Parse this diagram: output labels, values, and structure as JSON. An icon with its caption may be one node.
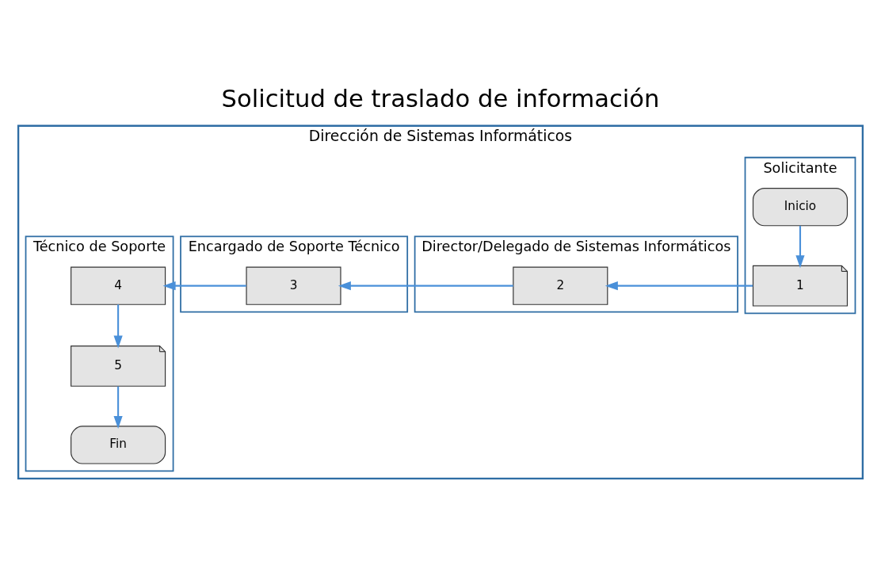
{
  "diagram": {
    "title": "Solicitud de traslado de información",
    "nodes": [
      {
        "text": [
          "Dirección de Sistemas Informáticos"
        ]
      },
      {
        "text": [
          "Solicitante"
        ],
        "in": 0
      },
      {
        "text": [
          "Director/Delegado de Sistemas Informáticos"
        ],
        "in": 0
      },
      {
        "text": [
          "Encargado de Soporte Técnico"
        ],
        "in": 0
      },
      {
        "text": [
          "Técnico de Soporte"
        ],
        "in": 0
      },
      {
        "text": [
          "Inicio"
        ],
        "in": 1
      },
      {
        "text": [
          "1"
        ],
        "in": 1
      },
      {
        "text": [
          "2"
        ],
        "in": 2
      },
      {
        "text": [
          "3"
        ],
        "in": 3
      },
      {
        "text": [
          "4"
        ],
        "in": 4
      },
      {
        "text": [
          "5"
        ],
        "in": 4
      },
      {
        "text": [
          "Fin"
        ],
        "in": 4
      }
    ],
    "edges": [
      {
        "from": 5,
        "to": 6,
        "arrow": "to"
      },
      {
        "from": 6,
        "to": 7,
        "arrow": "to"
      },
      {
        "from": 7,
        "to": 8,
        "arrow": "to"
      },
      {
        "from": 8,
        "to": 9,
        "arrow": "to"
      },
      {
        "from": 9,
        "to": 10,
        "arrow": "to"
      },
      {
        "from": 10,
        "to": 11,
        "arrow": "to"
      }
    ]
  }
}
